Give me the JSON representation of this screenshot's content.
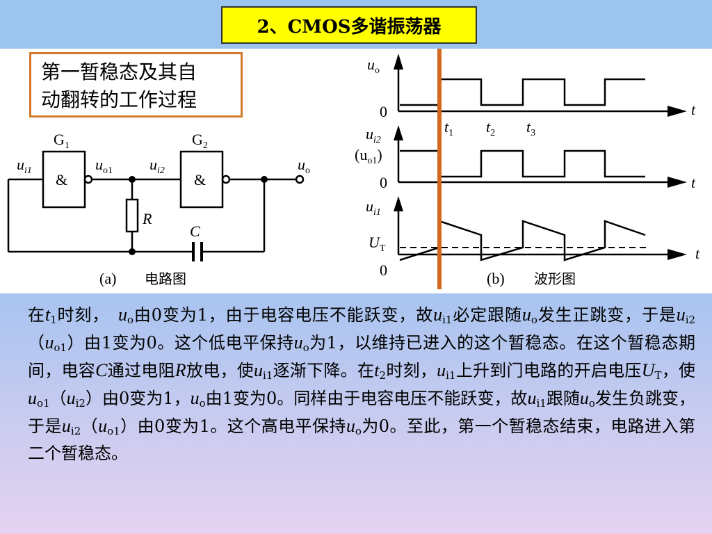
{
  "title": "2、CMOS多谐振荡器",
  "caption": {
    "line1": "第一暂稳态及其自",
    "line2": "动翻转的工作过程"
  },
  "circuit": {
    "gate1": "G",
    "gate1_sub": "1",
    "gate2": "G",
    "gate2_sub": "2",
    "and_symbol": "&",
    "ui1": "u",
    "ui1_sub": "i1",
    "uo1": "u",
    "uo1_sub": "o1",
    "ui2": "u",
    "ui2_sub": "i2",
    "uo": "u",
    "uo_sub": "o",
    "R": "R",
    "C": "C",
    "label_a": "(a)",
    "label_text": "电路图"
  },
  "waveform": {
    "uo_label": "u",
    "uo_sub": "o",
    "ui2_label": "u",
    "ui2_sub": "i2",
    "uo1_paren": "(u",
    "uo1_sub": "o1",
    "paren_close": ")",
    "ui1_label": "u",
    "ui1_sub": "i1",
    "ut_label": "U",
    "ut_sub": "T",
    "zero": "0",
    "t": "t",
    "t1": "t",
    "t1_sub": "1",
    "t2": "t",
    "t2_sub": "2",
    "t3": "t",
    "t3_sub": "3",
    "label_b": "(b)",
    "label_text": "波形图"
  },
  "paragraph": {
    "p01": "在",
    "p02": "t",
    "p03": "1",
    "p04": "时刻，　",
    "p05": "u",
    "p06": "o",
    "p07": "由0变为1，由于电容电压不能跃变，故",
    "p08": "u",
    "p09": "i1",
    "p10": "必定跟随",
    "p11": "u",
    "p12": "o",
    "p13": "发生正跳变，于是",
    "p14": "u",
    "p15": "i2",
    "p16": "（",
    "p17": "u",
    "p18": "o1",
    "p19": "）由1变为0。这个低电平保持",
    "p20": "u",
    "p21": "o",
    "p22": "为1，以维持已进入的这个暂稳态。在这个暂稳态期间，电容",
    "p23": "C",
    "p24": "通过电阻",
    "p25": "R",
    "p26": "放电，使",
    "p27": "u",
    "p28": "i1",
    "p29": "逐渐下降。在",
    "p30": "t",
    "p31": "2",
    "p32": "时刻，",
    "p33": "u",
    "p34": "i1",
    "p35": "上升到门电路的开启电压",
    "p36": "U",
    "p37": "T",
    "p38": "，使",
    "p39": "u",
    "p40": "o1",
    "p41": "（",
    "p42": "u",
    "p43": "i2",
    "p44": "）由0变为1，",
    "p45": "u",
    "p46": "o",
    "p47": "由1变为0。同样由于电容电压不能跃变，故",
    "p48": "u",
    "p49": "i1",
    "p50": "跟随",
    "p51": "u",
    "p52": "o",
    "p53": "发生负跳变，于是",
    "p54": "u",
    "p55": "i2",
    "p56": "（",
    "p57": "u",
    "p58": "o1",
    "p59": "）由0变为1。这个高电平保持",
    "p60": "u",
    "p61": "o",
    "p62": "为0。至此，第一个暂稳态结束，电路进入第二个暂稳态。"
  },
  "colors": {
    "title_bg": "#ffff00",
    "caption_border": "#d47a2a",
    "marker_line": "#d2691e"
  }
}
